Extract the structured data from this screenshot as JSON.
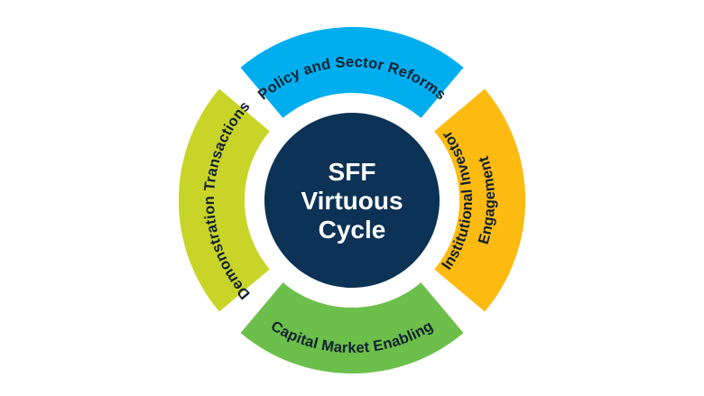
{
  "title": "SFF Virtuous Cycle diagram",
  "background": "#ffffff",
  "label_color": "#11202e",
  "center": {
    "lines": [
      "SFF",
      "Virtuous",
      "Cycle"
    ],
    "bg_color": "#0c3355",
    "text_color": "#ffffff"
  },
  "segments": {
    "top": {
      "label": "Policy and Sector Reforms",
      "color": "#00aeef",
      "position": "top"
    },
    "right": {
      "label": "Institutional Investor Engagement",
      "line1": "Institutional Investor",
      "line2": "Engagement",
      "color": "#fdbb12",
      "position": "right"
    },
    "bottom": {
      "label": "Capital Market Enabling",
      "color": "#6cbf4b",
      "position": "bottom"
    },
    "left": {
      "label": "Demonstration Transactions",
      "color": "#c8d428",
      "position": "left"
    }
  }
}
